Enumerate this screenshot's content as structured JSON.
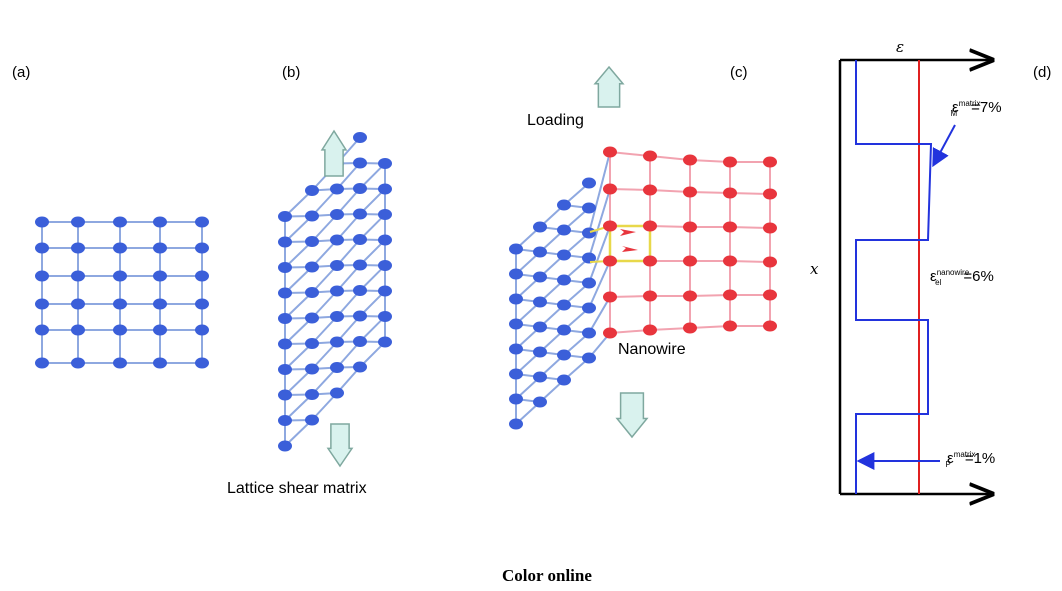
{
  "panels": {
    "a": {
      "label": "(a)"
    },
    "b": {
      "label": "(b)",
      "caption": "Lattice shear matrix"
    },
    "c": {
      "label": "(c)",
      "loading": "Loading",
      "nanowire": "Nanowire"
    },
    "d": {
      "label": "(d)",
      "axis_top": "ε",
      "axis_left": "x",
      "strain_M": {
        "base": "ε",
        "sup": "matrix",
        "sub": "M",
        "value": "=7%"
      },
      "strain_el": {
        "base": "ε",
        "sup": "nanowire",
        "sub": "el",
        "value": "=6%"
      },
      "strain_P": {
        "base": "ε",
        "sup": "matrix",
        "sub": "P",
        "value": "=1%"
      }
    }
  },
  "footer": "Color online",
  "colors": {
    "atom_blue": "#3b5fd9",
    "bond_blue": "#8ea8e0",
    "atom_red": "#e8353d",
    "bond_red": "#f2a3b0",
    "arrow_fill": "#d9f2ee",
    "arrow_stroke": "#7fa89f",
    "strain_line_blue": "#2233dd",
    "strain_line_red": "#e02020",
    "highlight_yellow": "#e8d84a"
  }
}
